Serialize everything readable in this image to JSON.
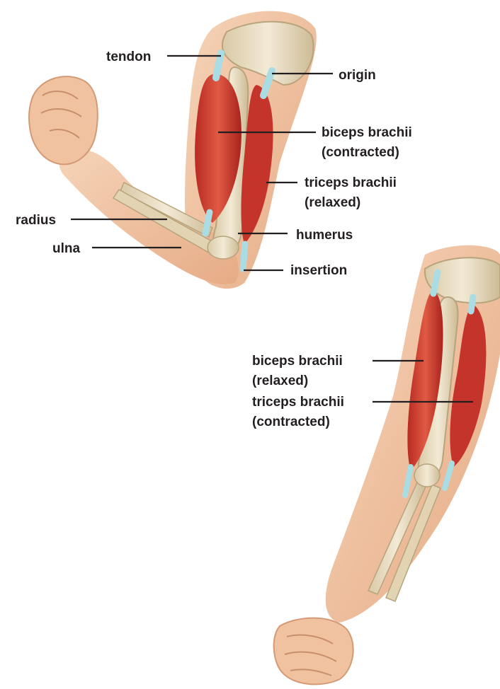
{
  "labels": {
    "tendon": "tendon",
    "origin": "origin",
    "biceps_contracted_line1": "biceps brachii",
    "biceps_contracted_line2": "(contracted)",
    "triceps_relaxed_line1": "triceps brachii",
    "triceps_relaxed_line2": "(relaxed)",
    "radius": "radius",
    "humerus": "humerus",
    "ulna": "ulna",
    "insertion": "insertion",
    "biceps_relaxed_line1": "biceps brachii",
    "biceps_relaxed_line2": "(relaxed)",
    "triceps_contracted_line1": "triceps brachii",
    "triceps_contracted_line2": "(contracted)"
  },
  "colors": {
    "skin": "#f2c6a6",
    "skin_shade": "#e0a07c",
    "muscle": "#c9372b",
    "muscle_light": "#e0604a",
    "bone": "#e9dcc0",
    "tendon": "#a9dde3",
    "leader": "#231f20"
  }
}
